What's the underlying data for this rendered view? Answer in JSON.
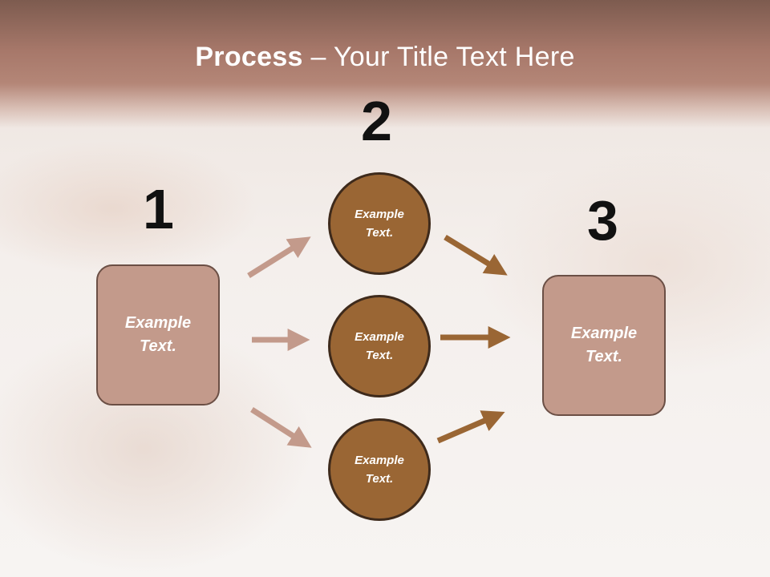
{
  "title": {
    "bold": "Process",
    "rest": " – Your Title Text Here"
  },
  "steps": [
    {
      "number": "1",
      "label": "Example\nText."
    },
    {
      "number": "2",
      "labels": [
        "Example\nText.",
        "Example\nText.",
        "Example\nText."
      ]
    },
    {
      "number": "3",
      "label": "Example\nText."
    }
  ],
  "colors": {
    "box_fill": "#c39a8b",
    "circle_fill": "#9a6634",
    "arrow_light": "#c39a8b",
    "arrow_dark": "#9a6634"
  }
}
